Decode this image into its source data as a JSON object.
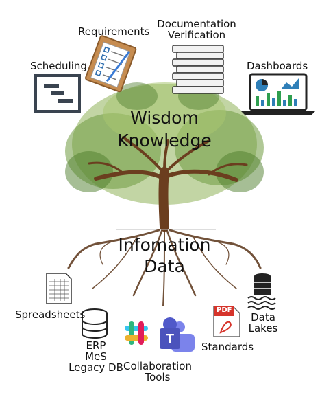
{
  "top": {
    "scheduling": "Scheduling",
    "requirements": "Requirements",
    "documentation": "Documentation",
    "verification": "Verification",
    "dashboards": "Dashboards"
  },
  "tree": {
    "wisdom": "Wisdom",
    "knowledge": "Knowledge",
    "information": "Infomation",
    "data": "Data"
  },
  "bottom": {
    "spreadsheets": "Spreadsheets",
    "erp": "ERP",
    "mes": "MeS",
    "legacy": "Legacy DB",
    "collab1": "Collaboration",
    "collab2": "Tools",
    "standards": "Standards",
    "datalakes1": "Data",
    "datalakes2": "Lakes",
    "pdf": "PDF"
  },
  "colors": {
    "trunk": "#6b3e1f",
    "leaf_dark": "#4d7d2c",
    "leaf_light": "#8fb35a",
    "root": "#5a3418",
    "teams": "#5059c9",
    "pdf_red": "#d6342b"
  }
}
